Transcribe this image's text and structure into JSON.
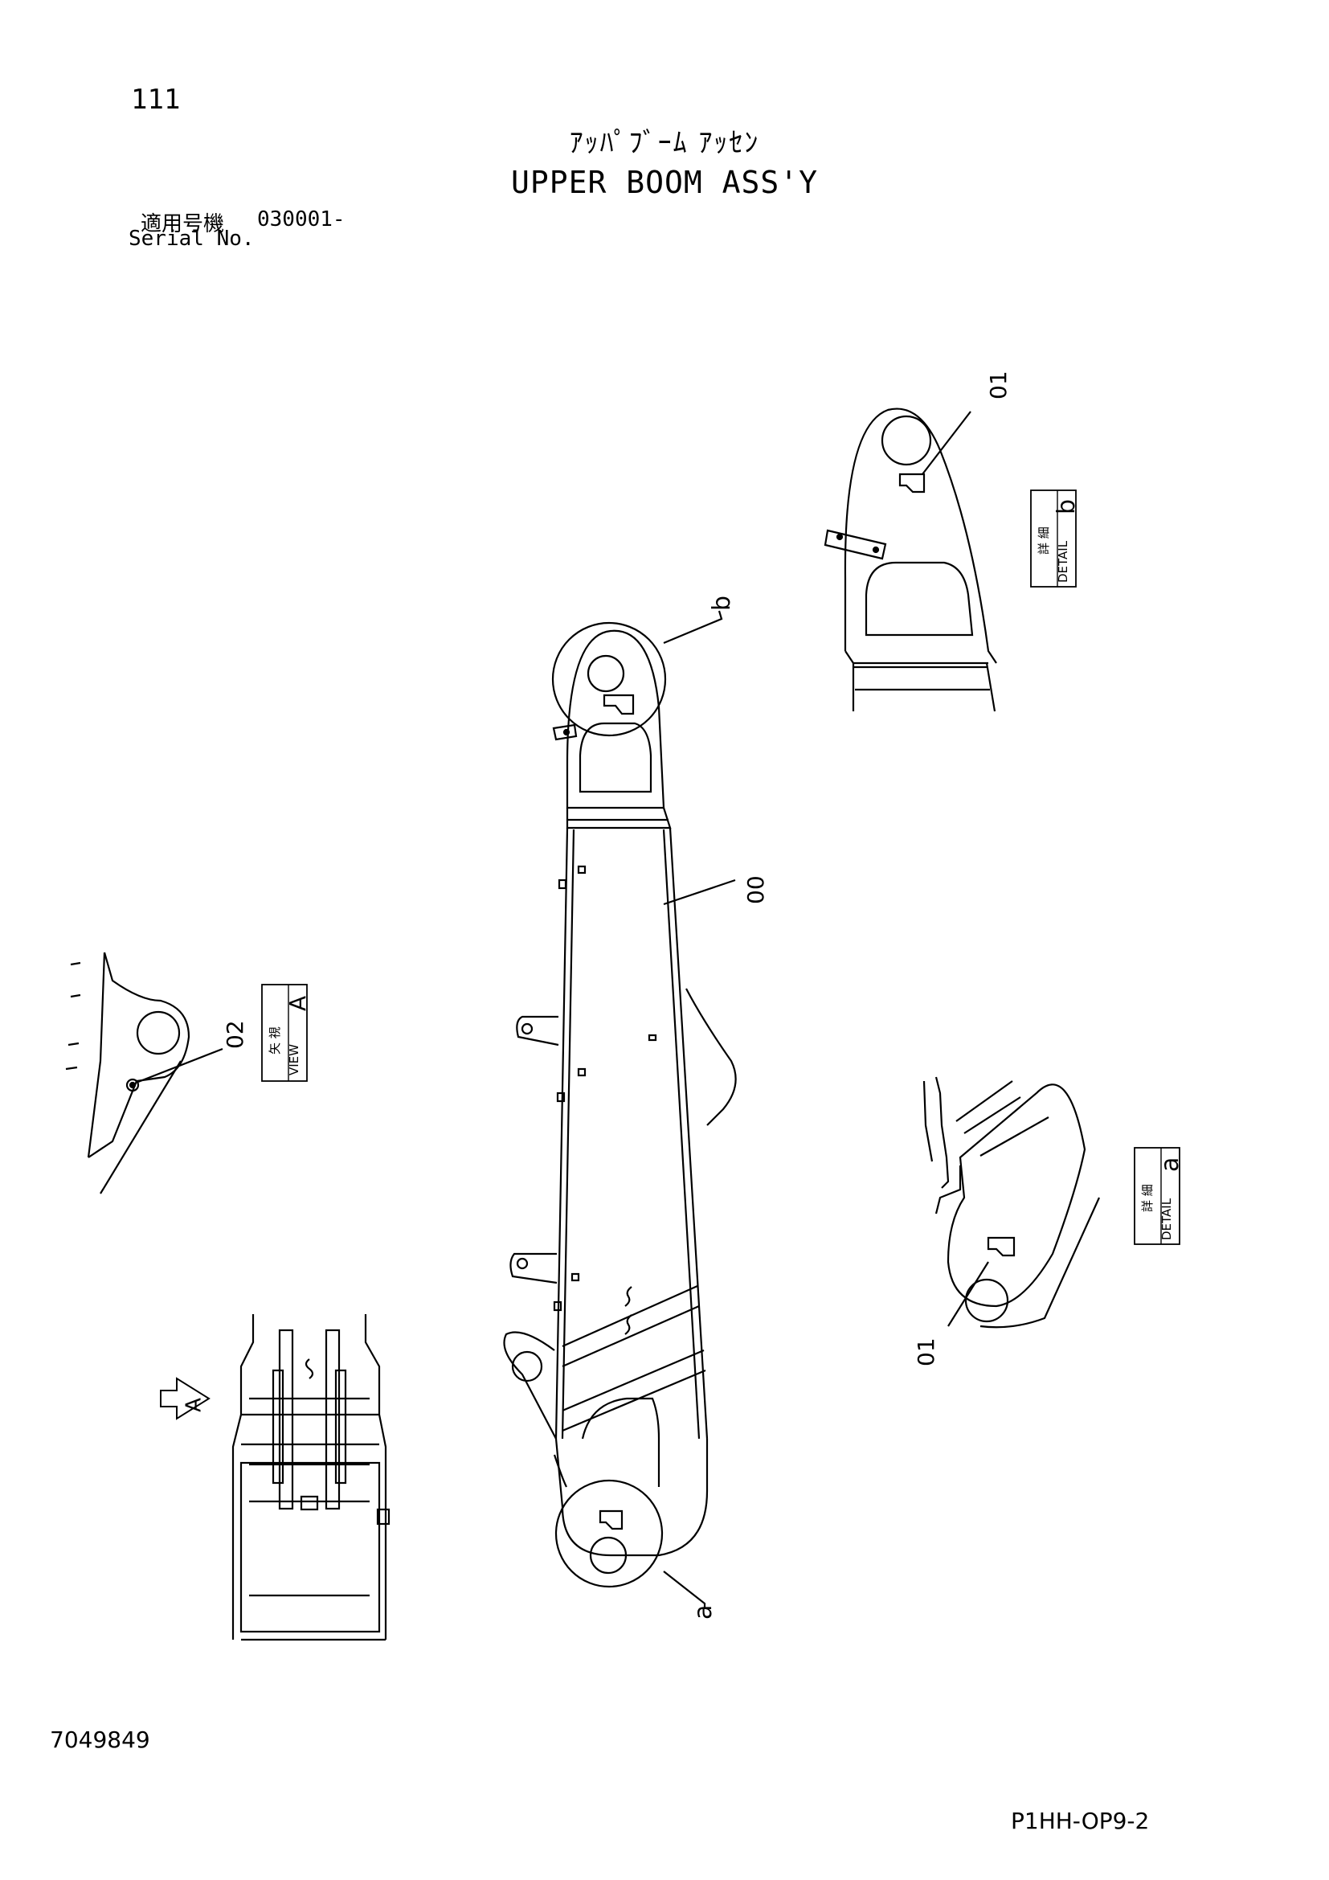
{
  "page_number": "111",
  "title_jp": "ｱｯﾊﾟﾌﾞｰﾑ ｱｯｾﾝ",
  "title_en": "UPPER BOOM ASS'Y",
  "serial_label_jp": "適用号機",
  "serial_value": "030001-",
  "serial_label_en": "Serial No.",
  "drawing_number": "7049849",
  "sheet_code": "P1HH-OP9-2",
  "callouts": {
    "item_00": "00",
    "item_01": "01",
    "item_02": "02",
    "ref_a": "a",
    "ref_b": "b",
    "view_arrow": "A"
  },
  "detail_b_box": {
    "jp": "詳 細",
    "en": "DETAIL",
    "letter": "b"
  },
  "detail_a_box": {
    "jp": "詳 細",
    "en": "DETAIL",
    "letter": "a"
  },
  "view_a_box": {
    "jp": "矢 視",
    "en": "VIEW",
    "letter": "A"
  }
}
